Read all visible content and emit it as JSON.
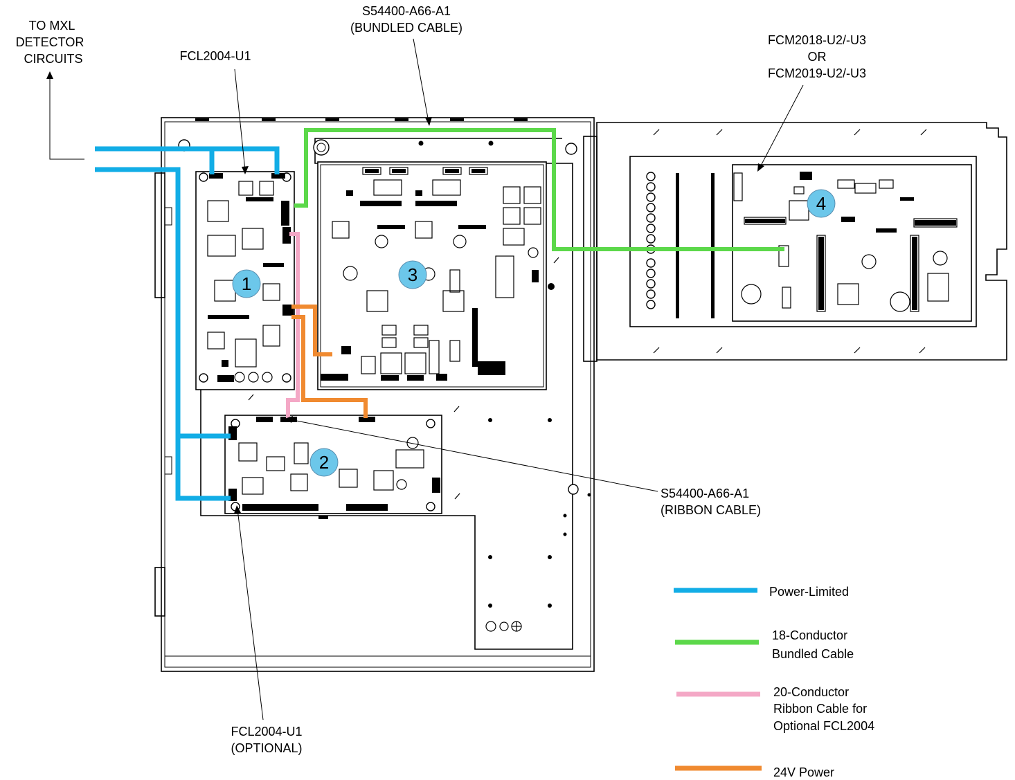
{
  "labels": {
    "to_mxl": [
      "TO MXL",
      "DETECTOR",
      "CIRCUITS"
    ],
    "fcl_top": "FCL2004-U1",
    "bundled_cable": [
      "S54400-A66-A1",
      "(BUNDLED CABLE)"
    ],
    "fcm": [
      "FCM2018-U2/-U3",
      "OR",
      "FCM2019-U2/-U3"
    ],
    "ribbon_cable": [
      "S54400-A66-A1",
      "(RIBBON CABLE)"
    ],
    "fcl_optional": [
      "FCL2004-U1",
      "(OPTIONAL)"
    ]
  },
  "boards": [
    {
      "number": "1"
    },
    {
      "number": "2"
    },
    {
      "number": "3"
    },
    {
      "number": "4"
    }
  ],
  "legend": [
    {
      "color": "#12ade6",
      "lines": [
        "Power-Limited"
      ]
    },
    {
      "color": "#5cd84a",
      "lines": [
        "18-Conductor",
        "Bundled Cable"
      ]
    },
    {
      "color": "#f4a8c6",
      "lines": [
        "20-Conductor",
        "Ribbon Cable for",
        "Optional FCL2004"
      ]
    },
    {
      "color": "#f08a30",
      "lines": [
        "24V Power"
      ]
    }
  ],
  "colors": {
    "power_limited": "#12ade6",
    "bundled": "#5cd84a",
    "ribbon": "#f4a8c6",
    "power24": "#f08a30",
    "marker": "#6cc7ea"
  }
}
